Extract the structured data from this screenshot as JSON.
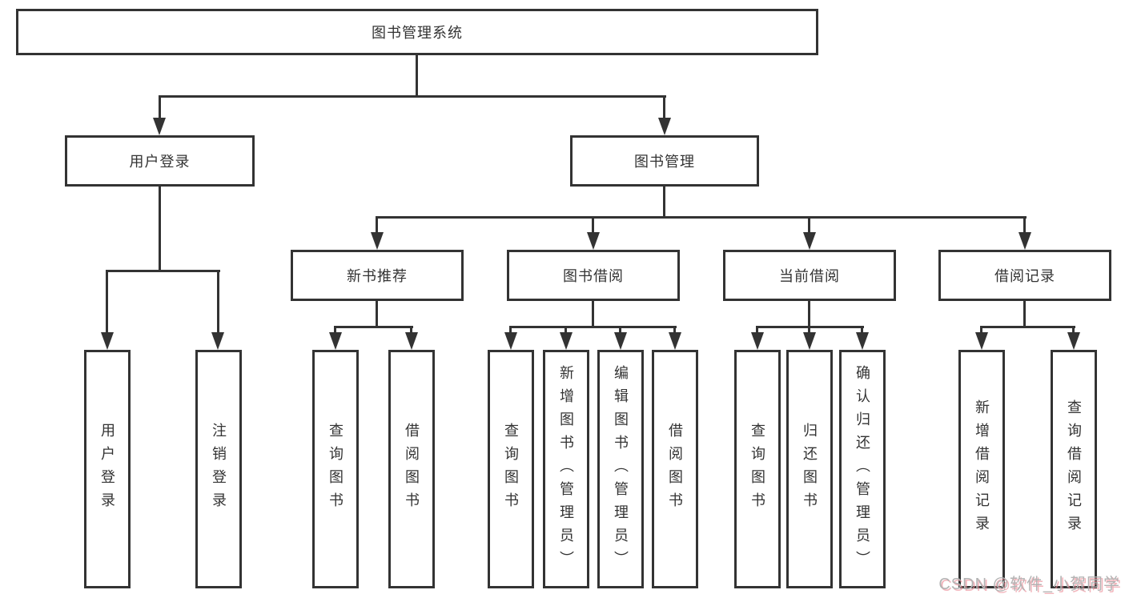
{
  "tree": {
    "root": {
      "label": "图书管理系统"
    },
    "children": [
      {
        "label": "用户登录",
        "children": [
          {
            "label": "用户登录"
          },
          {
            "label": "注销登录"
          }
        ]
      },
      {
        "label": "图书管理",
        "children": [
          {
            "label": "新书推荐",
            "children": [
              {
                "label": "查询图书"
              },
              {
                "label": "借阅图书"
              }
            ]
          },
          {
            "label": "图书借阅",
            "children": [
              {
                "label": "查询图书"
              },
              {
                "label": "新增图书（管理员）"
              },
              {
                "label": "编辑图书（管理员）"
              },
              {
                "label": "借阅图书"
              }
            ]
          },
          {
            "label": "当前借阅",
            "children": [
              {
                "label": "查询图书"
              },
              {
                "label": "归还图书"
              },
              {
                "label": "确认归还（管理员）"
              }
            ]
          },
          {
            "label": "借阅记录",
            "children": [
              {
                "label": "新增借阅记录"
              },
              {
                "label": "查询借阅记录"
              }
            ]
          }
        ]
      }
    ]
  },
  "watermark": {
    "text": "CSDN @软件_小贺同学"
  },
  "colors": {
    "line": "#333333",
    "text": "#333333",
    "background": "#ffffff",
    "watermark_text": "#b3b3b3",
    "watermark_shadow": "#eb8c96"
  }
}
